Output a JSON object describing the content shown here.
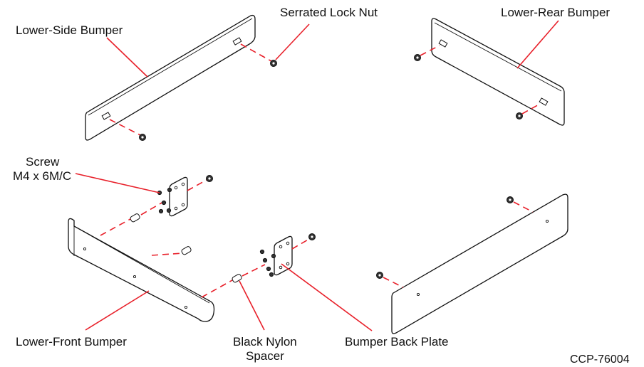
{
  "labels": {
    "serrated_lock_nut": "Serrated Lock Nut",
    "lower_side_bumper": "Lower-Side Bumper",
    "lower_rear_bumper": "Lower-Rear Bumper",
    "screw_line1": "Screw",
    "screw_line2": "M4 x 6M/C",
    "lower_front_bumper": "Lower-Front Bumper",
    "black_nylon_spacer_line1": "Black Nylon",
    "black_nylon_spacer_line2": "Spacer",
    "bumper_back_plate": "Bumper Back Plate",
    "drawing_number": "CCP-76004"
  },
  "colors": {
    "leader": "#e8202a",
    "line": "#111111",
    "background": "#ffffff"
  }
}
